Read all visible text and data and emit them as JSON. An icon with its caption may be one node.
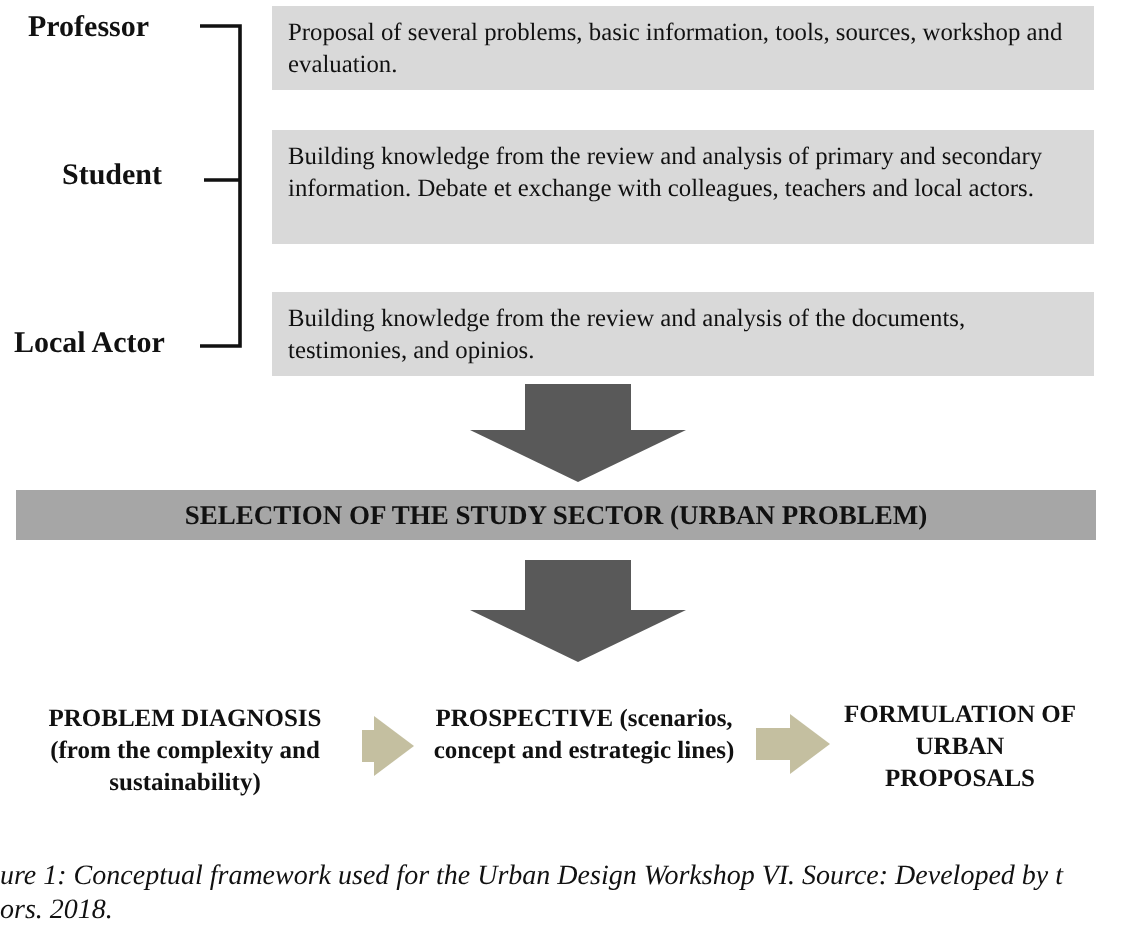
{
  "diagram": {
    "caption": "ure 1: Conceptual framework used for the Urban Design Workshop VI. Source: Developed by t ors. 2018.",
    "nodes": [
      {
        "text": [
          "Professor"
        ]
      },
      {
        "text": [
          "Proposal of several problems, basic information, tools, sources, workshop and evaluation."
        ]
      },
      {
        "text": [
          "Student"
        ]
      },
      {
        "text": [
          "Building knowledge from the review and analysis of primary and secondary information. Debate et exchange with colleagues, teachers and local actors."
        ]
      },
      {
        "text": [
          "Local Actor"
        ]
      },
      {
        "text": [
          "Building knowledge from the review and analysis of the documents, testimonies, and opinios."
        ]
      },
      {
        "text": [
          "SELECTION OF THE STUDY SECTOR (URBAN PROBLEM)"
        ]
      },
      {
        "text": [
          "PROBLEM DIAGNOSIS (from the complexity and sustainability)"
        ]
      },
      {
        "text": [
          "PROSPECTIVE (scenarios, concept and estrategic lines)"
        ]
      },
      {
        "text": [
          "FORMULATION OF URBAN PROPOSALS"
        ]
      }
    ],
    "edges": [
      {
        "from": 5,
        "to": 6,
        "arrow": "to",
        "style": "thick",
        "color": "#595959"
      },
      {
        "from": 6,
        "to": 8,
        "arrow": "to",
        "style": "thick",
        "color": "#595959"
      },
      {
        "from": 7,
        "to": 8,
        "arrow": "to",
        "color": "#c4bfa0"
      },
      {
        "from": 8,
        "to": 9,
        "arrow": "to",
        "color": "#c4bfa0"
      }
    ]
  }
}
